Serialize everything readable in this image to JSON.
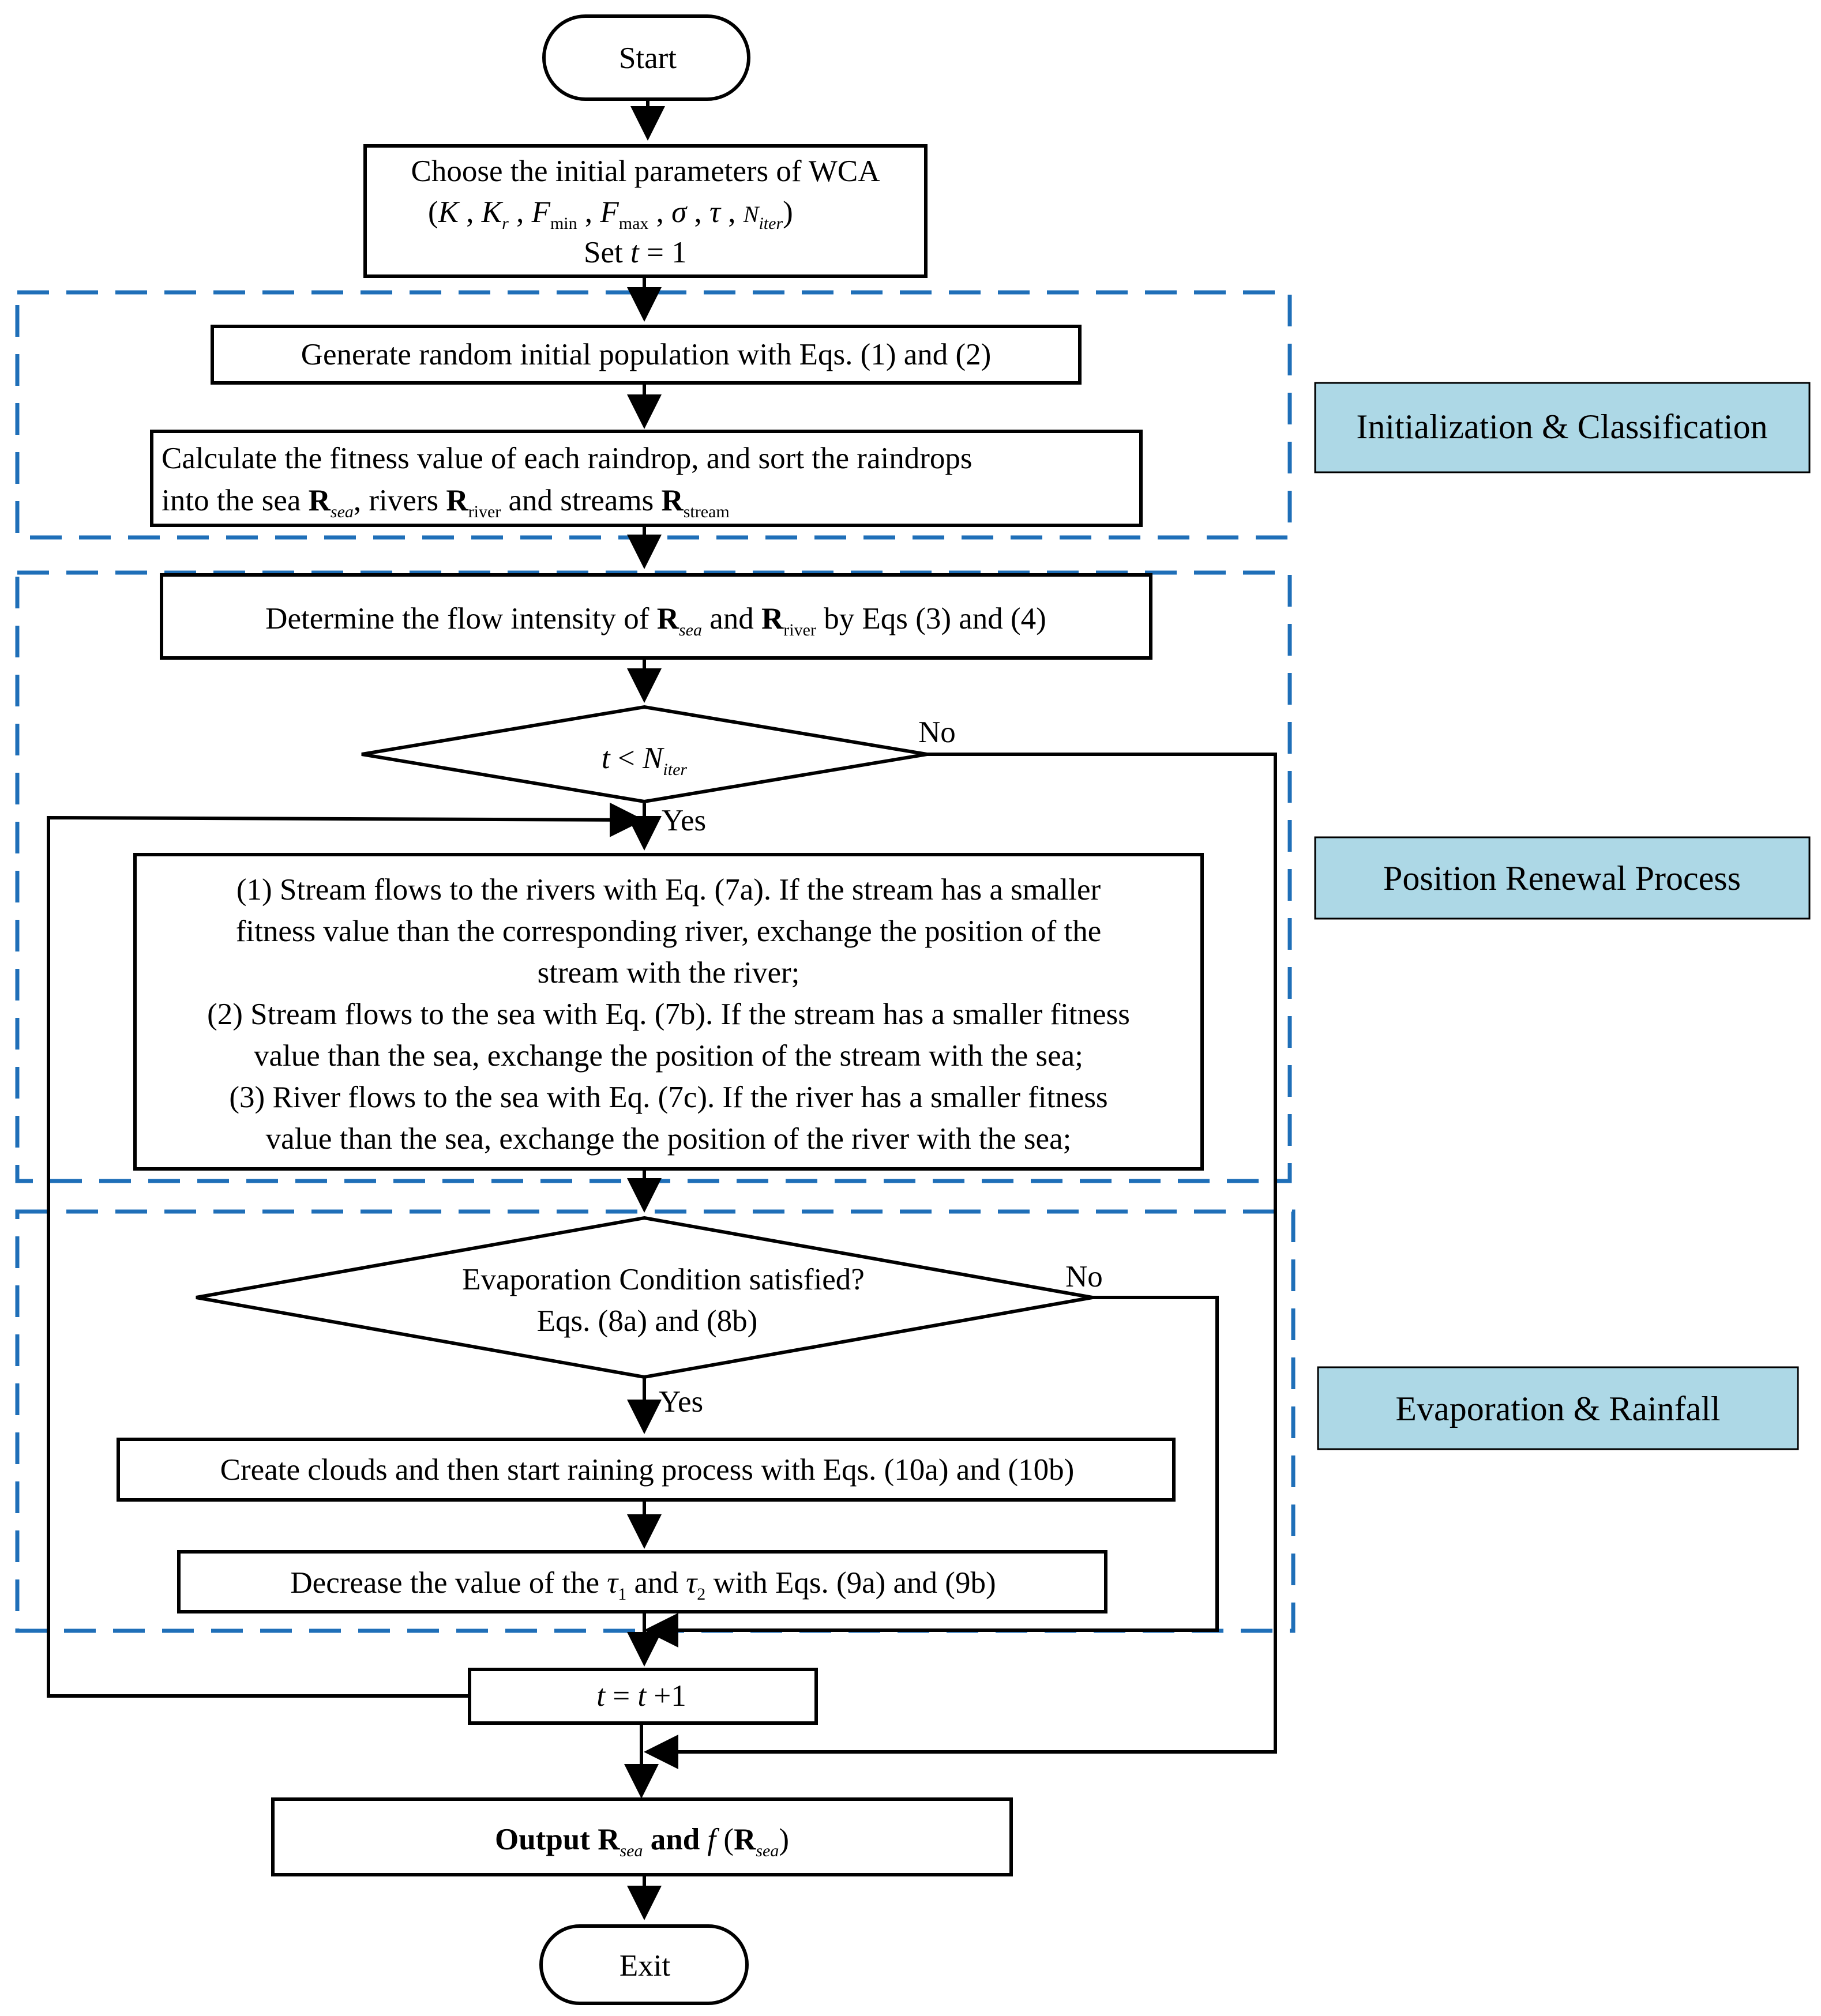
{
  "nodes": {
    "start": "Start",
    "init_params": {
      "line1": "Choose the initial parameters of WCA",
      "params": [
        "K",
        "K",
        "r",
        "F",
        "min",
        "F",
        "max",
        "σ",
        "τ",
        "N",
        "iter"
      ],
      "line3_set": "Set",
      "line3_eq": "t",
      "line3_val": "= 1"
    },
    "generate": "Generate random initial population with Eqs. (1) and (2)",
    "calculate": {
      "line1": "Calculate the fitness value of each raindrop, and sort the raindrops",
      "line2_a": "into the sea",
      "line2_b": "rivers",
      "line2_c": "and streams",
      "R": "R",
      "sea": "sea",
      "river": "river",
      "stream": "stream"
    },
    "flow_intensity": {
      "a": "Determine the flow intensity of",
      "b": "and",
      "c": "by Eqs (3) and (4)"
    },
    "condition_iter": {
      "t": "t",
      "lt": "<",
      "N": "N",
      "iter": "iter"
    },
    "position_update": [
      "(1) Stream flows to the rivers with Eq. (7a). If the stream has a smaller",
      "fitness value than the corresponding river, exchange the position of the",
      "stream with the river;",
      "(2) Stream flows to the sea with Eq. (7b). If the stream has a smaller fitness",
      "value than the sea, exchange the position of the stream with the sea;",
      "(3) River flows to the sea with Eq. (7c). If the river has a smaller fitness",
      "value than the sea, exchange the position of the river with the sea;"
    ],
    "evaporation_condition": [
      "Evaporation Condition satisfied?",
      "Eqs. (8a) and (8b)"
    ],
    "create_clouds": "Create clouds and then start raining process with Eqs. (10a) and (10b)",
    "decrease_tau": {
      "a": "Decrease the value of the",
      "tau": "τ",
      "one": "1",
      "and": "and",
      "two": "2",
      "b": "with  Eqs. (9a) and (9b)"
    },
    "increment": {
      "t": "t",
      "rest": "= ",
      "t2": "t",
      "plus": " +1"
    },
    "output": {
      "a": "Output",
      "R": "R",
      "sea": "sea",
      "and": "and",
      "f": "f",
      "lp": "(",
      "rp": ")"
    },
    "exit": "Exit"
  },
  "edge_labels": {
    "no_1": "No",
    "yes_1": "Yes",
    "no_2": "No",
    "yes_2": "Yes"
  },
  "phase_labels": {
    "init": "Initialization & Classification",
    "position": "Position Renewal Process",
    "evaporation": "Evaporation & Rainfall"
  },
  "colors": {
    "dashed_region": "#1f6fb8",
    "phase_label_fill": "#add8e6",
    "line": "#000000"
  }
}
